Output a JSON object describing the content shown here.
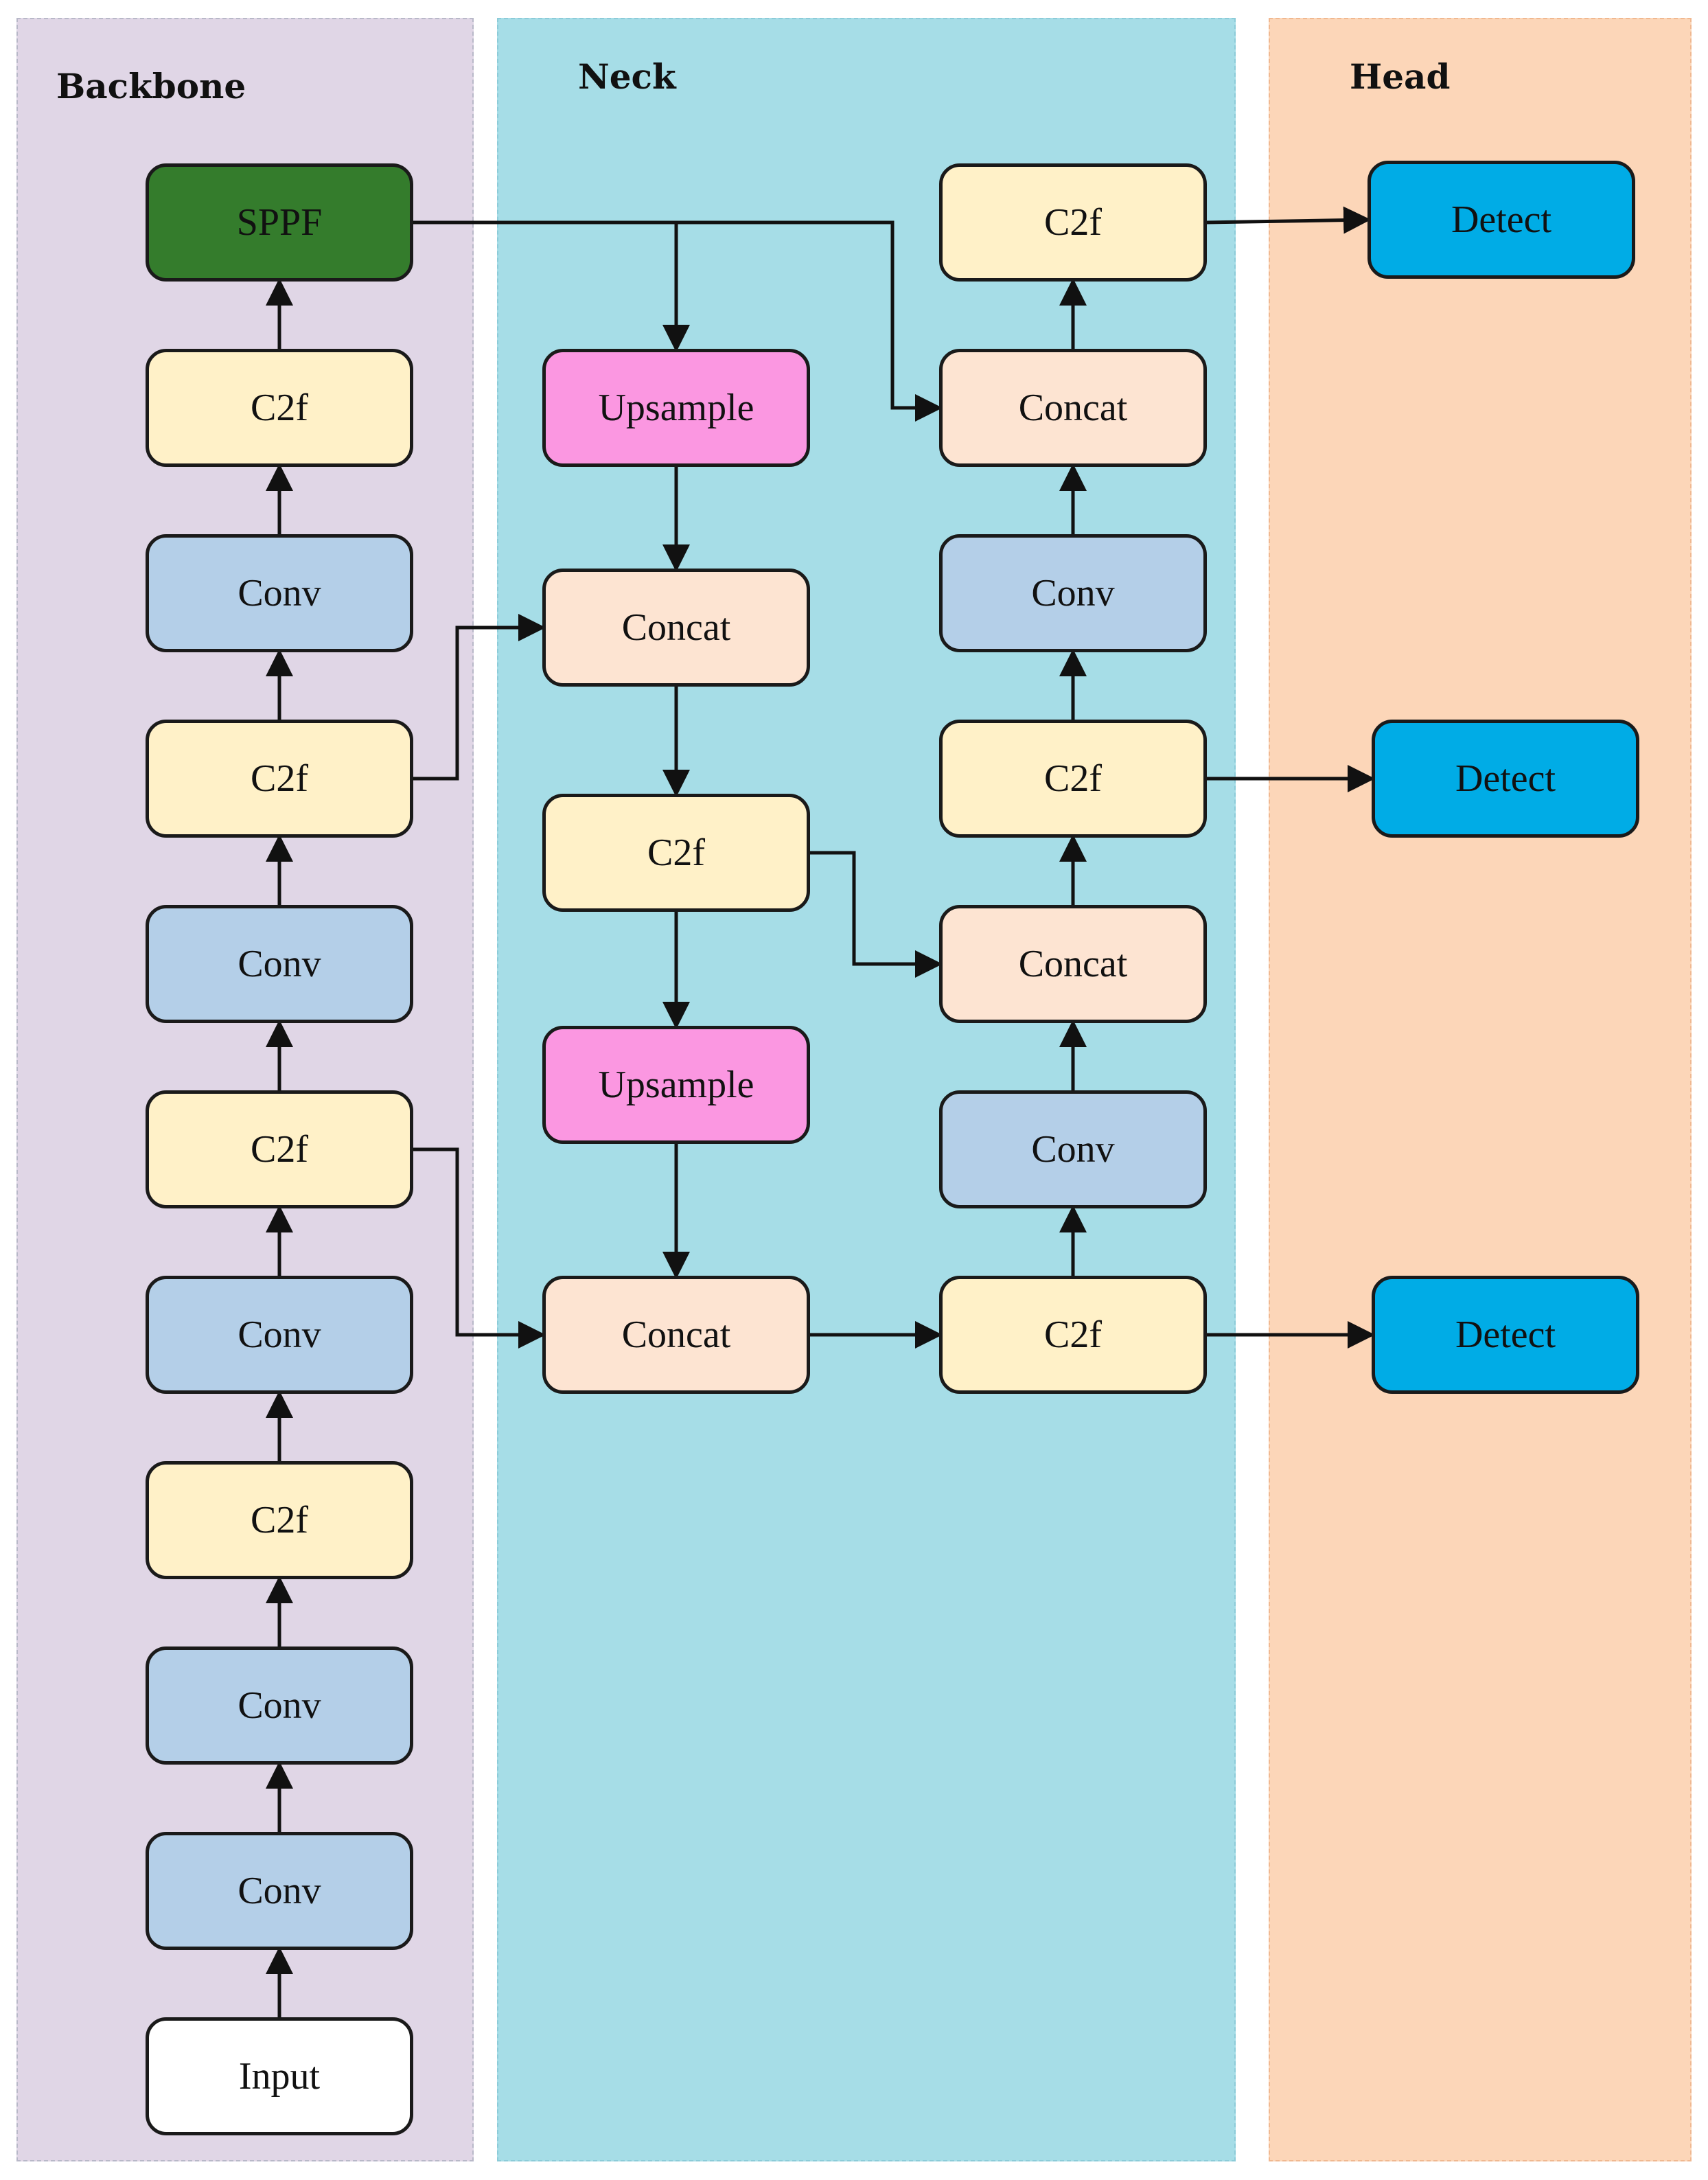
{
  "sections": {
    "backbone": "Backbone",
    "neck": "Neck",
    "head": "Head"
  },
  "colors": {
    "backbone_panel": "#e0d6e6",
    "neck_panel": "#a6dde7",
    "head_panel": "#fcd6b8",
    "sppf": "#347c2c",
    "c2f": "#fff1c8",
    "conv": "#b4cfe8",
    "upsample": "#fb97e1",
    "concat": "#fde4d2",
    "input": "#ffffff",
    "detect": "#00ace6",
    "border": "#1a1a1a"
  },
  "backbone_nodes": [
    {
      "id": "bb-sppf",
      "label": "SPPF",
      "kind": "sppf"
    },
    {
      "id": "bb-c2f-4",
      "label": "C2f",
      "kind": "c2f"
    },
    {
      "id": "bb-conv-4",
      "label": "Conv",
      "kind": "conv"
    },
    {
      "id": "bb-c2f-3",
      "label": "C2f",
      "kind": "c2f"
    },
    {
      "id": "bb-conv-3",
      "label": "Conv",
      "kind": "conv"
    },
    {
      "id": "bb-c2f-2",
      "label": "C2f",
      "kind": "c2f"
    },
    {
      "id": "bb-conv-2",
      "label": "Conv",
      "kind": "conv"
    },
    {
      "id": "bb-c2f-1",
      "label": "C2f",
      "kind": "c2f"
    },
    {
      "id": "bb-conv-1",
      "label": "Conv",
      "kind": "conv"
    },
    {
      "id": "bb-conv-0",
      "label": "Conv",
      "kind": "conv"
    },
    {
      "id": "bb-input",
      "label": "Input",
      "kind": "input"
    }
  ],
  "neck_nodes": [
    {
      "id": "nk-upsample-1",
      "label": "Upsample",
      "kind": "upsample"
    },
    {
      "id": "nk-concat-1",
      "label": "Concat",
      "kind": "concat"
    },
    {
      "id": "nk-c2f-1",
      "label": "C2f",
      "kind": "c2f"
    },
    {
      "id": "nk-upsample-2",
      "label": "Upsample",
      "kind": "upsample"
    },
    {
      "id": "nk-concat-2",
      "label": "Concat",
      "kind": "concat"
    },
    {
      "id": "nk-c2f-out-1",
      "label": "C2f",
      "kind": "c2f"
    },
    {
      "id": "nk-conv-1",
      "label": "Conv",
      "kind": "conv"
    },
    {
      "id": "nk-concat-3",
      "label": "Concat",
      "kind": "concat"
    },
    {
      "id": "nk-c2f-out-2",
      "label": "C2f",
      "kind": "c2f"
    },
    {
      "id": "nk-conv-2",
      "label": "Conv",
      "kind": "conv"
    },
    {
      "id": "nk-concat-4",
      "label": "Concat",
      "kind": "concat"
    },
    {
      "id": "nk-c2f-out-3",
      "label": "C2f",
      "kind": "c2f"
    }
  ],
  "head_nodes": [
    {
      "id": "hd-detect-1",
      "label": "Detect",
      "kind": "detect"
    },
    {
      "id": "hd-detect-2",
      "label": "Detect",
      "kind": "detect"
    },
    {
      "id": "hd-detect-3",
      "label": "Detect",
      "kind": "detect"
    }
  ],
  "edges": [
    [
      "bb-input",
      "bb-conv-0"
    ],
    [
      "bb-conv-0",
      "bb-conv-1"
    ],
    [
      "bb-conv-1",
      "bb-c2f-1"
    ],
    [
      "bb-c2f-1",
      "bb-conv-2"
    ],
    [
      "bb-conv-2",
      "bb-c2f-2"
    ],
    [
      "bb-c2f-2",
      "bb-conv-3"
    ],
    [
      "bb-conv-3",
      "bb-c2f-3"
    ],
    [
      "bb-c2f-3",
      "bb-conv-4"
    ],
    [
      "bb-conv-4",
      "bb-c2f-4"
    ],
    [
      "bb-c2f-4",
      "bb-sppf"
    ],
    [
      "bb-sppf",
      "nk-upsample-1"
    ],
    [
      "bb-sppf",
      "nk-concat-4"
    ],
    [
      "nk-upsample-1",
      "nk-concat-1"
    ],
    [
      "bb-c2f-3",
      "nk-concat-1"
    ],
    [
      "nk-concat-1",
      "nk-c2f-1"
    ],
    [
      "nk-c2f-1",
      "nk-upsample-2"
    ],
    [
      "nk-c2f-1",
      "nk-concat-3"
    ],
    [
      "nk-upsample-2",
      "nk-concat-2"
    ],
    [
      "bb-c2f-2",
      "nk-concat-2"
    ],
    [
      "nk-concat-2",
      "nk-c2f-out-1"
    ],
    [
      "nk-c2f-out-1",
      "nk-conv-1"
    ],
    [
      "nk-conv-1",
      "nk-concat-3"
    ],
    [
      "nk-concat-3",
      "nk-c2f-out-2"
    ],
    [
      "nk-c2f-out-2",
      "nk-conv-2"
    ],
    [
      "nk-conv-2",
      "nk-concat-4"
    ],
    [
      "nk-concat-4",
      "nk-c2f-out-3"
    ],
    [
      "nk-c2f-out-3",
      "hd-detect-1"
    ],
    [
      "nk-c2f-out-2",
      "hd-detect-2"
    ],
    [
      "nk-c2f-out-1",
      "hd-detect-3"
    ]
  ]
}
